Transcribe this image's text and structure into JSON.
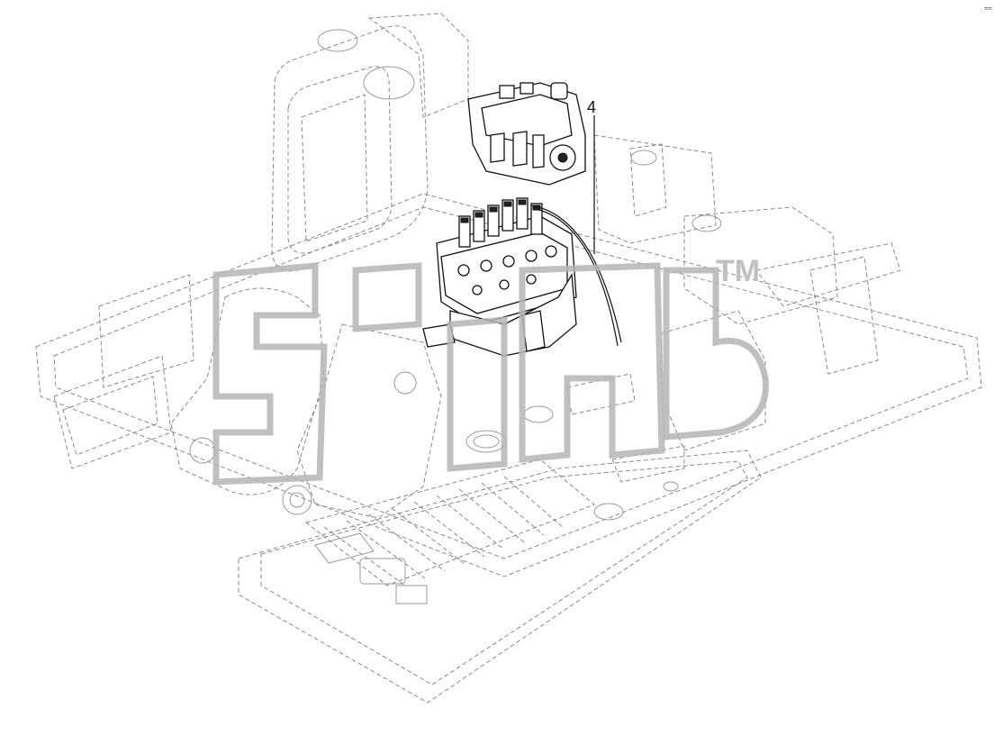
{
  "diagram": {
    "callouts": [
      {
        "id": "4",
        "label": "4"
      }
    ],
    "watermark": {
      "mark": "TM"
    },
    "corner_mark": "≈≈",
    "colors": {
      "line": "#111111",
      "ghost": "#8a8a8a",
      "watermark": "#b5b5b5",
      "background": "#ffffff"
    }
  }
}
